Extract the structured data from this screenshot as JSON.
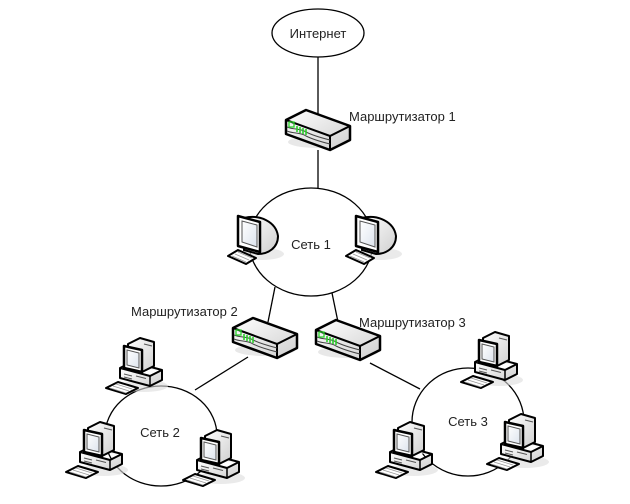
{
  "diagram": {
    "type": "network-topology",
    "internet": {
      "label": "Интернет"
    },
    "routers": [
      {
        "id": "r1",
        "label": "Маршрутизатор 1"
      },
      {
        "id": "r2",
        "label": "Маршрутизатор 2"
      },
      {
        "id": "r3",
        "label": "Маршрутизатор 3"
      }
    ],
    "networks": [
      {
        "id": "n1",
        "label": "Сеть 1",
        "computers": 2,
        "computer_style": "monitor"
      },
      {
        "id": "n2",
        "label": "Сеть 2",
        "computers": 3,
        "computer_style": "desktop"
      },
      {
        "id": "n3",
        "label": "Сеть 3",
        "computers": 3,
        "computer_style": "desktop"
      }
    ],
    "connections": [
      [
        "internet",
        "r1"
      ],
      [
        "r1",
        "n1"
      ],
      [
        "n1",
        "r2"
      ],
      [
        "n1",
        "r3"
      ],
      [
        "r2",
        "n2"
      ],
      [
        "r3",
        "n3"
      ]
    ],
    "colors": {
      "line": "#000000",
      "led": "#2bd12b",
      "device_body": "#e6e6e6",
      "screen": "#f4f8ff"
    }
  }
}
